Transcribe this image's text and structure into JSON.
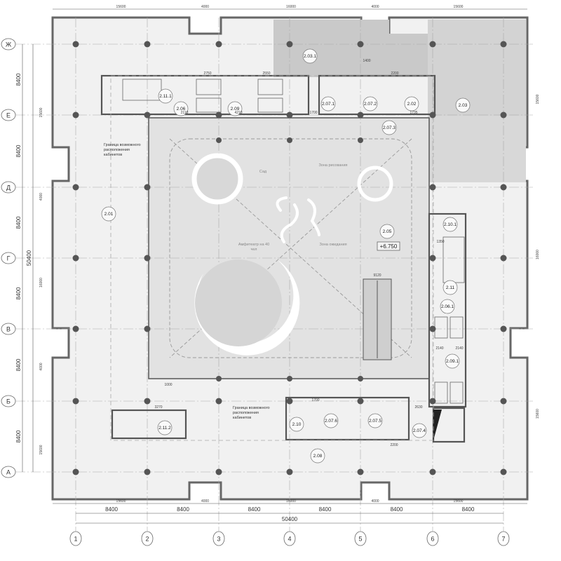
{
  "axes": {
    "columns": [
      "1",
      "2",
      "3",
      "4",
      "5",
      "6",
      "7"
    ],
    "rows": [
      "Ж",
      "Е",
      "Д",
      "Г",
      "В",
      "Б",
      "А"
    ]
  },
  "dimensions": {
    "top_segments": [
      "15600",
      "4000",
      "16000",
      "4000",
      "15600"
    ],
    "bottom_segments": [
      "15600",
      "4000",
      "16000",
      "4000",
      "15600"
    ],
    "bottom_bays": [
      "8400",
      "8400",
      "8400",
      "8400",
      "8400",
      "8400"
    ],
    "bottom_total": "50400",
    "left_bays": [
      "8400",
      "8400",
      "8400",
      "8400",
      "8400",
      "8400"
    ],
    "left_total": "50400",
    "left_segments": [
      "15600",
      "4000",
      "16000",
      "4000",
      "15600"
    ],
    "right_segments": [
      "15600",
      "16000",
      "15600"
    ]
  },
  "rooms": [
    "2.11.1",
    "2.06",
    "2.09",
    "2.03.1",
    "2.07.1",
    "2.07.2",
    "2.02",
    "2.07.3",
    "2.03",
    "2.01",
    "2.05",
    "2.10.1",
    "2.11",
    "2.06.1",
    "2.09.1",
    "2.11.2",
    "2.10",
    "2.07.6",
    "2.07.5",
    "2.07.4",
    "2.08"
  ],
  "small_dims": [
    "2750",
    "2550",
    "2110",
    "4210",
    "1700",
    "1400",
    "2200",
    "1735",
    "3270",
    "1000",
    "2630",
    "2140",
    "2140",
    "1350",
    "9120",
    "1700",
    "2200"
  ],
  "annotations": {
    "boundary_top": [
      "Граница возможного",
      "расположения",
      "кабинетов"
    ],
    "boundary_bottom": [
      "Граница возможного",
      "расположения",
      "кабинетов"
    ],
    "garden": "Сад",
    "drawing_zone": "Зона рисования",
    "amphitheater": [
      "Амфитеатр на 40",
      "чел"
    ],
    "waiting_zone": "Зона ожидания",
    "elevation": "+6.750"
  }
}
